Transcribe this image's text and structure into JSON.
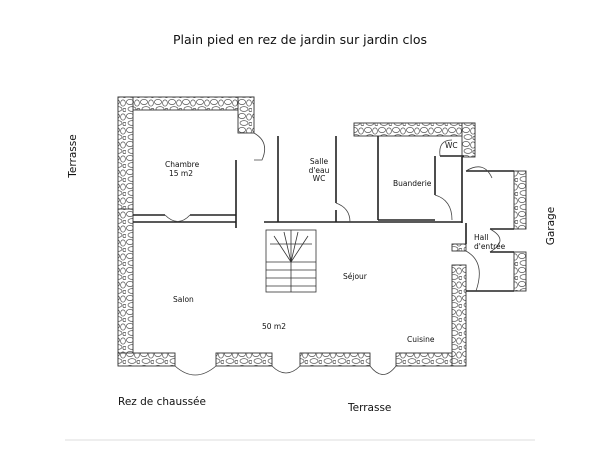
{
  "title": "Plain pied en rez de jardin sur jardin clos",
  "rooms": {
    "chambre": "Chambre",
    "chambre_area": "15 m2",
    "salle_1": "Salle",
    "salle_2": "d'eau",
    "salle_3": "WC",
    "buanderie": "Buanderie",
    "wc": "WC",
    "hall_1": "Hall",
    "hall_2": "d'entrée",
    "sejour": "Séjour",
    "salon": "Salon",
    "salon_area": "50 m2",
    "cuisine": "Cuisine"
  },
  "surroundings": {
    "terrasse_left": "Terrasse",
    "terrasse_bottom": "Terrasse",
    "garage": "Garage",
    "level": "Rez de chaussée"
  },
  "colors": {
    "wall_outline": "#333333",
    "stone_fill": "#ffffff",
    "stone_pattern": "#555555",
    "dividing_wall": "#222222"
  }
}
